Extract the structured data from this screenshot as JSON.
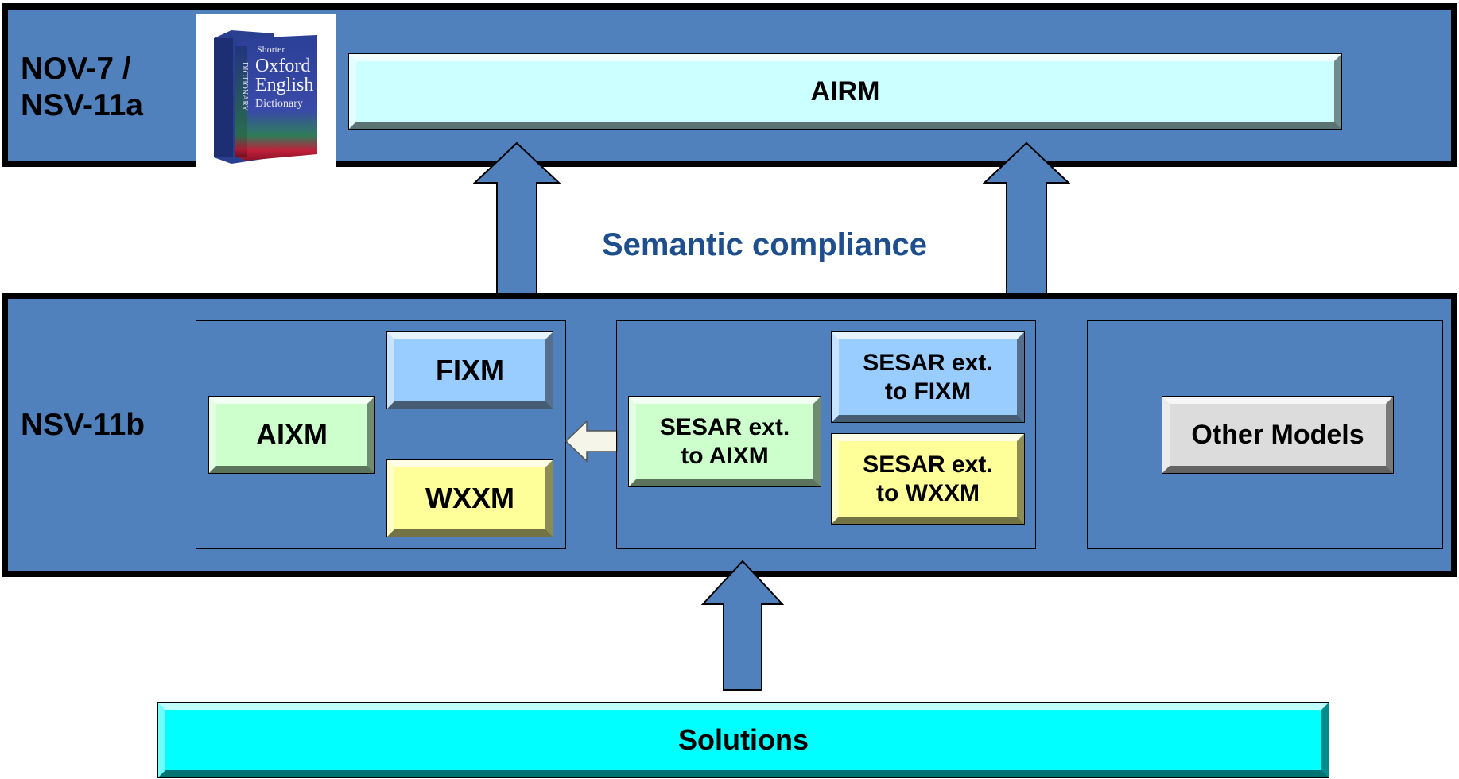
{
  "top": {
    "label": "NOV-7 /\nNSV-11a",
    "airm": "AIRM",
    "book": {
      "brand": "Shorter",
      "title1": "Oxford",
      "title2": "English",
      "title3": "Dictionary",
      "spine": "DICTIONARY"
    }
  },
  "middle_caption": "Semantic compliance",
  "bottom_band": {
    "label": "NSV-11b",
    "group_core": {
      "fixm": "FIXM",
      "aixm": "AIXM",
      "wxxm": "WXXM"
    },
    "group_sesar": {
      "ext_aixm": "SESAR ext.\nto AIXM",
      "ext_fixm": "SESAR ext.\nto FIXM",
      "ext_wxxm": "SESAR ext.\nto WXXM"
    },
    "group_other": {
      "other": "Other Models"
    }
  },
  "solutions": "Solutions",
  "colors": {
    "band": "#5081bd",
    "airm": "#ccffff",
    "fixm": "#99ccff",
    "aixm": "#ccffcc",
    "wxxm": "#ffff99",
    "other": "#dcdcdc",
    "solutions": "#00ffff",
    "caption": "#1f4e8c"
  }
}
